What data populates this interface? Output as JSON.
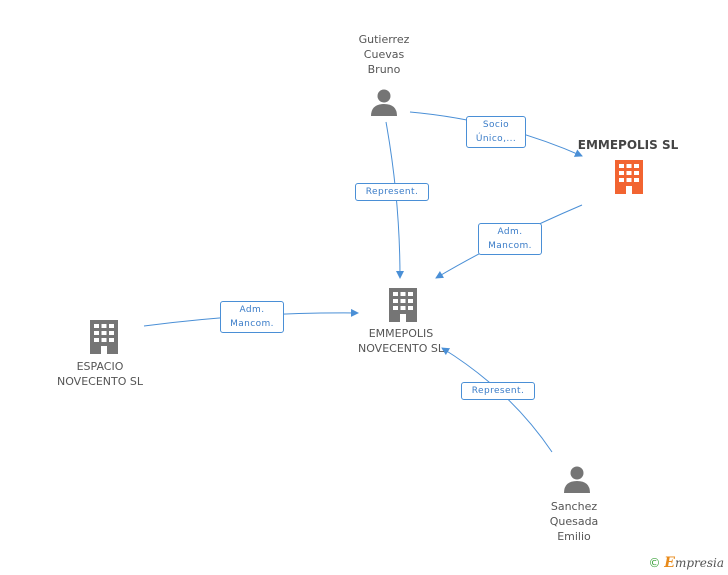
{
  "colors": {
    "edge": "#4a8fd6",
    "person": "#757575",
    "building": "#757575",
    "highlight": "#f26431"
  },
  "nodes": {
    "gutierrez": {
      "label": "Gutierrez\nCuevas\nBruno",
      "icon": "person-icon"
    },
    "emmepolis_sl": {
      "label": "EMMEPOLIS SL",
      "icon": "building-icon"
    },
    "emmepolis_novecento": {
      "label": "EMMEPOLIS\nNOVECENTO SL",
      "icon": "building-icon"
    },
    "espacio_novecento": {
      "label": "ESPACIO\nNOVECENTO SL",
      "icon": "building-icon"
    },
    "sanchez": {
      "label": "Sanchez\nQuesada\nEmilio",
      "icon": "person-icon"
    }
  },
  "edges": {
    "socio_unico": "Socio\nÚnico,...",
    "represent_1": "Represent.",
    "adm_mancom_1": "Adm.\nMancom.",
    "adm_mancom_2": "Adm.\nMancom.",
    "represent_2": "Represent."
  },
  "brand": {
    "copyright": "©",
    "e": "E",
    "rest": "mpresia"
  }
}
